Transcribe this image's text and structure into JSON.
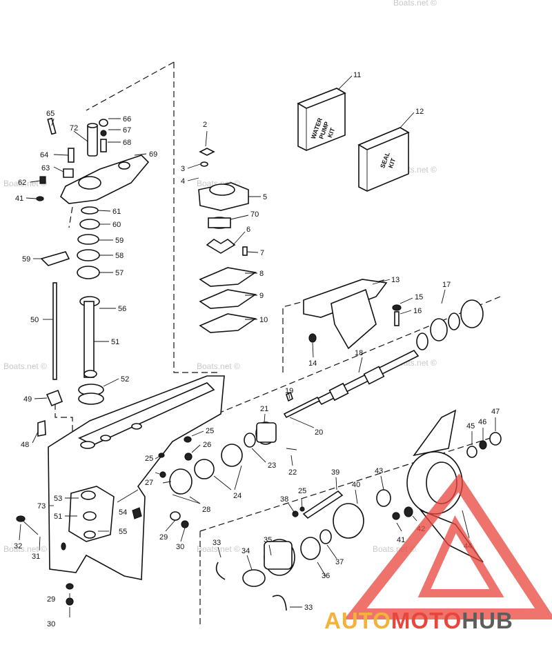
{
  "watermark": "Boats.net ©",
  "brand": {
    "part1": "AUTO",
    "part2": "MOTO",
    "part3": "HUB",
    "color1": "#f3b23a",
    "color2": "#e8453c",
    "color3": "#5d5d5d"
  },
  "kits": {
    "water_pump": [
      "WATER",
      "PUMP",
      "KIT"
    ],
    "seal": [
      "SEAL",
      "KIT"
    ]
  },
  "callouts": {
    "n2": "2",
    "n3": "3",
    "n4": "4",
    "n5": "5",
    "n6": "6",
    "n7": "7",
    "n8": "8",
    "n9": "9",
    "n10": "10",
    "n11": "11",
    "n12": "12",
    "n13": "13",
    "n14": "14",
    "n15": "15",
    "n16": "16",
    "n17": "17",
    "n18": "18",
    "n19": "19",
    "n20": "20",
    "n21": "21",
    "n22": "22",
    "n23": "23",
    "n24": "24",
    "n25a": "25",
    "n25b": "25",
    "n25c": "25",
    "n26": "26",
    "n27": "27",
    "n28": "28",
    "n29a": "29",
    "n29b": "29",
    "n30a": "30",
    "n30b": "30",
    "n31": "31",
    "n32": "32",
    "n33a": "33",
    "n33b": "33",
    "n34": "34",
    "n35": "35",
    "n36": "36",
    "n37": "37",
    "n38": "38",
    "n39": "39",
    "n40": "40",
    "n41a": "41",
    "n41b": "41",
    "n42": "42",
    "n43": "43",
    "n44": "44",
    "n45": "45",
    "n46": "46",
    "n47": "47",
    "n48": "48",
    "n49": "49",
    "n50": "50",
    "n51a": "51",
    "n51b": "51",
    "n52": "52",
    "n53": "53",
    "n54": "54",
    "n55": "55",
    "n56": "56",
    "n57": "57",
    "n58": "58",
    "n59a": "59",
    "n59b": "59",
    "n60": "60",
    "n61": "61",
    "n62": "62",
    "n63": "63",
    "n64": "64",
    "n65": "65",
    "n66": "66",
    "n67": "67",
    "n68": "68",
    "n69": "69",
    "n70": "70",
    "n72": "72",
    "n73": "73"
  }
}
